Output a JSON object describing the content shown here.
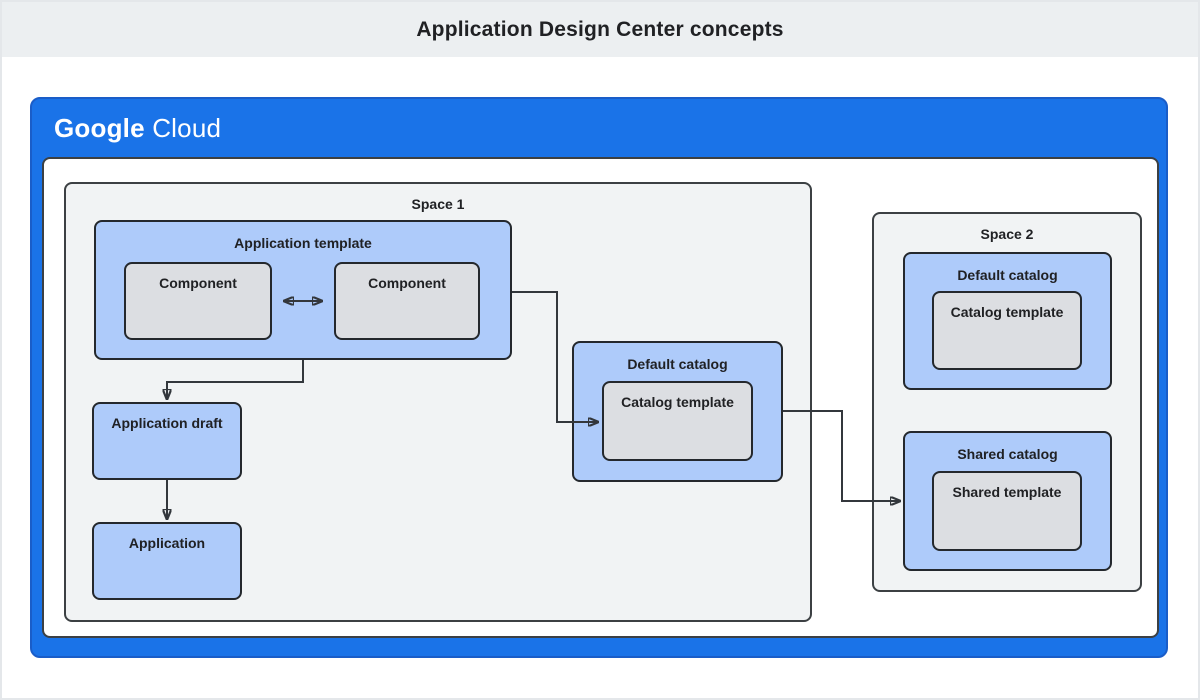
{
  "title": "Application Design Center concepts",
  "header": {
    "brand_bold": "Google",
    "brand_light": "Cloud"
  },
  "colors": {
    "google_blue": "#1a73e8",
    "node_blue": "#aecbfa",
    "node_gray": "#dcdee2",
    "space_bg": "#f1f3f4",
    "title_band_bg": "#eceff1",
    "line": "#33373c",
    "text": "#202124"
  },
  "space1": {
    "label": "Space 1",
    "application_template": {
      "label": "Application template",
      "component_left": "Component",
      "component_right": "Component"
    },
    "application_draft": "Application draft",
    "application": "Application",
    "default_catalog": {
      "label": "Default catalog",
      "catalog_template": "Catalog template"
    }
  },
  "space2": {
    "label": "Space 2",
    "default_catalog": {
      "label": "Default catalog",
      "catalog_template": "Catalog template"
    },
    "shared_catalog": {
      "label": "Shared catalog",
      "shared_template": "Shared template"
    }
  },
  "connectors": [
    {
      "from": "component-left",
      "to": "component-right",
      "type": "bidirectional-arrow"
    },
    {
      "from": "application-template",
      "to": "application-draft",
      "type": "arrow"
    },
    {
      "from": "application-draft",
      "to": "application",
      "type": "arrow"
    },
    {
      "from": "application-template",
      "to": "catalog-template-space1",
      "type": "arrow"
    },
    {
      "from": "default-catalog-space1",
      "to": "shared-catalog-space2",
      "type": "arrow"
    }
  ]
}
